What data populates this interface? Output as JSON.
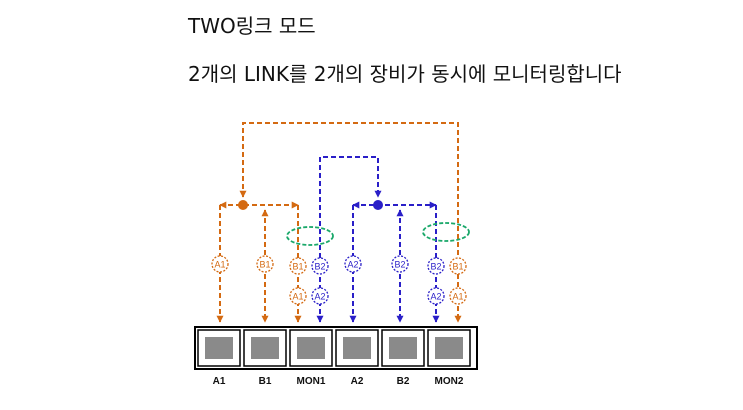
{
  "title": "TWO링크 모드",
  "subtitle": "2개의 LINK를 2개의 장비가  동시에 모니터링합니다",
  "colors": {
    "orange": "#d46a12",
    "blue": "#2a1fc8",
    "green": "#1aa86a",
    "port": "#8a8a8a",
    "text": "#111111"
  },
  "ports": [
    {
      "id": "A1",
      "label": "A1"
    },
    {
      "id": "B1",
      "label": "B1"
    },
    {
      "id": "MON1",
      "label": "MON1"
    },
    {
      "id": "A2",
      "label": "A2"
    },
    {
      "id": "B2",
      "label": "B2"
    },
    {
      "id": "MON2",
      "label": "MON2"
    }
  ],
  "badges": {
    "A1": "A1",
    "B1": "B1",
    "B2": "B2",
    "A2": "A2"
  }
}
